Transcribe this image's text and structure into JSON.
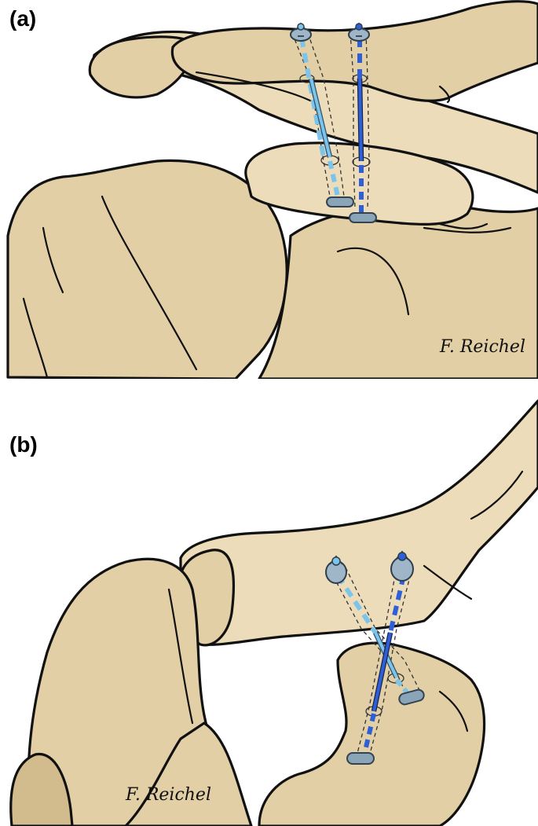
{
  "panels": [
    {
      "label": "(a)",
      "signature": "F. Reichel"
    },
    {
      "label": "(b)",
      "signature": "F. Reichel"
    }
  ],
  "colors": {
    "bone": "#e2cfa6",
    "bone_shadow": "#d2bb8c",
    "outline": "#111111",
    "suture_light_blue": "#7cc4ea",
    "suture_dark_blue": "#2f5fd6",
    "button_plate": "#8aa4b8"
  }
}
